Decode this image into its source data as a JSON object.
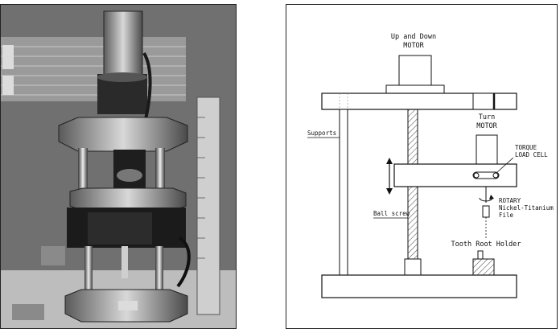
{
  "diagram": {
    "labels": {
      "up_down_motor_line1": "Up and Down",
      "up_down_motor_line2": "MOTOR",
      "turn_motor_line1": "Turn",
      "turn_motor_line2": "MOTOR",
      "supports": "Supports",
      "torque_line1": "TORQUE",
      "torque_line2": "LOAD CELL",
      "ball_screw": "Ball screw",
      "rotary_line1": "ROTARY",
      "rotary_line2": "Nickel-Titanium",
      "rotary_line3": "File",
      "tooth_root_holder": "Tooth Root Holder"
    }
  }
}
